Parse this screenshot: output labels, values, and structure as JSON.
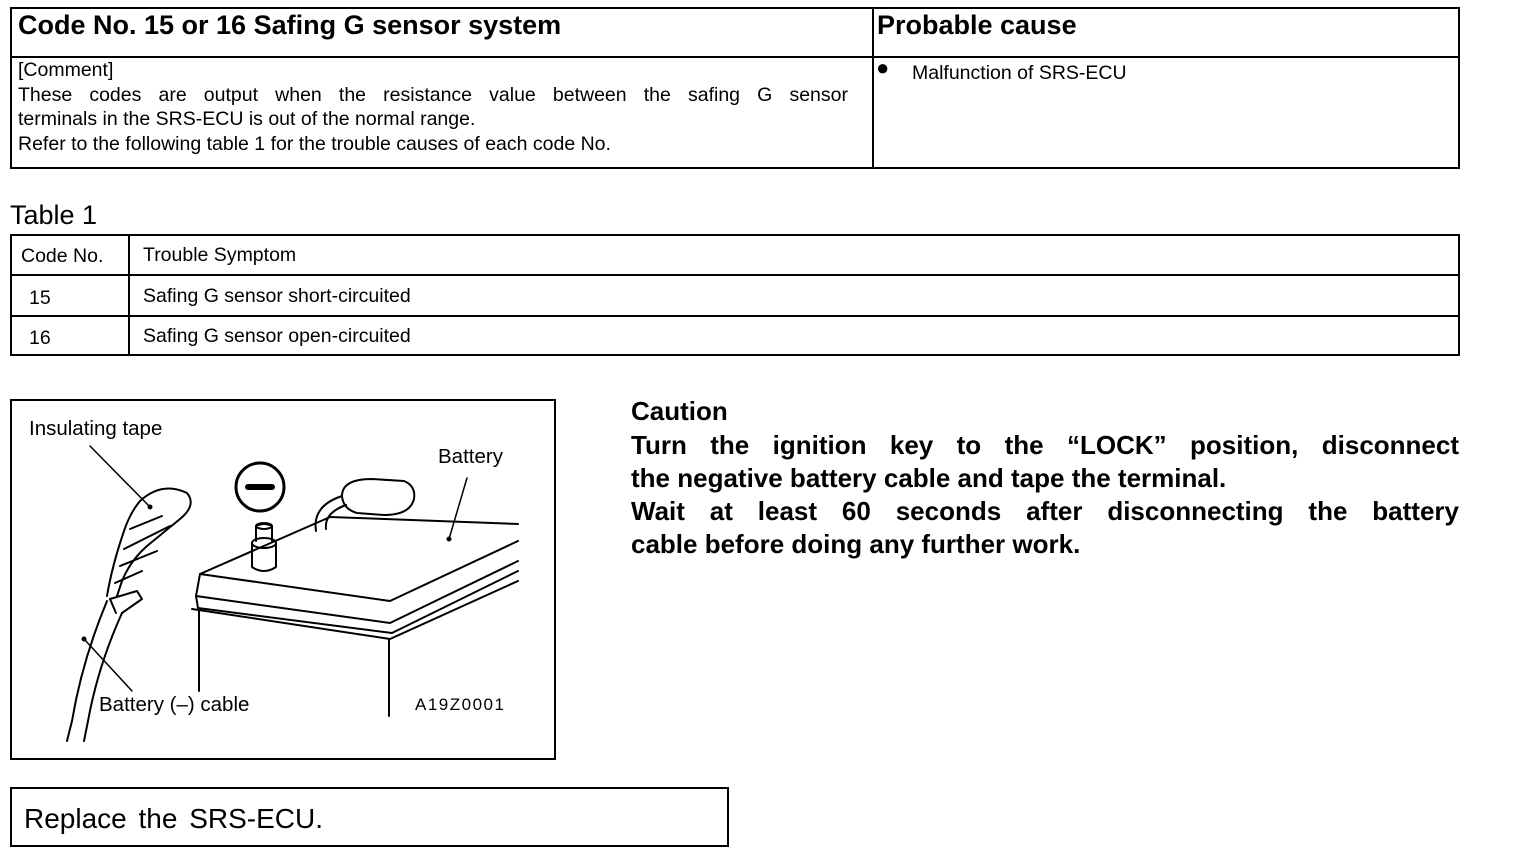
{
  "header": {
    "title": "Code No. 15 or 16 Safing G sensor system",
    "cause_title": "Probable cause",
    "comment_label": "[Comment]",
    "comment_lines": [
      "These codes are output when the resistance value between the safing G sensor",
      "terminals in the SRS-ECU is out of the normal range.",
      "Refer to the following table 1 for the trouble causes of each code No."
    ],
    "cause_bullet": "●",
    "cause_item": "Malfunction of SRS-ECU"
  },
  "table1": {
    "caption": "Table 1",
    "columns": [
      "Code No.",
      "Trouble Symptom"
    ],
    "rows": [
      [
        "15",
        "Safing G sensor short-circuited"
      ],
      [
        "16",
        "Safing G sensor open-circuited"
      ]
    ]
  },
  "figure": {
    "label_tape": "Insulating tape",
    "label_battery": "Battery",
    "label_cable": "Battery (–) cable",
    "code": "A19Z0001",
    "minus_symbol": "−"
  },
  "caution": {
    "title": "Caution",
    "lines": [
      "Turn the ignition key to the “LOCK” position, disconnect",
      "the negative battery cable and tape the terminal.",
      "Wait at least 60 seconds after disconnecting the battery",
      "cable before doing any further work."
    ]
  },
  "action": {
    "text": "Replace the SRS-ECU."
  }
}
